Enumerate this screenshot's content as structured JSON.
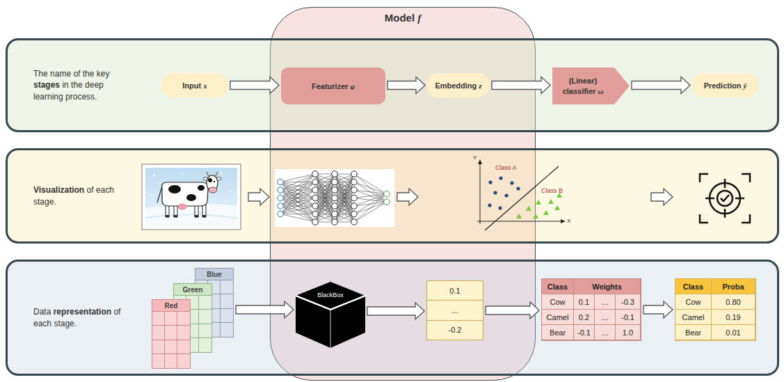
{
  "diagram": {
    "nodes": [
      {
        "text": [
          "Model f"
        ]
      },
      {
        "text": [
          "The name of the key stages in the deep learning process."
        ]
      },
      {
        "text": [
          "Input x"
        ],
        "in": 1
      },
      {
        "text": [
          "Featurizer φ"
        ],
        "in": 1
      },
      {
        "text": [
          "Embedding z"
        ],
        "in": 1
      },
      {
        "text": [
          "(Linear) classifier ω"
        ],
        "in": 1
      },
      {
        "text": [
          "Prediction ŷ"
        ],
        "in": 1
      },
      {
        "text": [
          "Visualization of each stage."
        ]
      },
      {
        "text": [
          "Data representation of each stage."
        ]
      },
      {
        "text": [
          "Blue"
        ],
        "in": 8
      },
      {
        "text": [
          "Green"
        ],
        "in": 8
      },
      {
        "text": [
          "Red"
        ],
        "in": 8
      },
      {
        "text": [
          "BlackBox"
        ],
        "in": 8
      },
      {
        "text": [
          "0.1",
          "…",
          "-0.2"
        ],
        "in": 8
      },
      {
        "text": [
          "Class",
          "Weights",
          "Cow",
          "0.1",
          "…",
          "-0.3",
          "Camel",
          "0.2",
          "…",
          "-0.1",
          "Bear",
          "-0.1",
          "…",
          "1.0"
        ],
        "in": 8
      },
      {
        "text": [
          "Class",
          "Proba",
          "Cow",
          "0.80",
          "Camel",
          "0.19",
          "Bear",
          "0.01"
        ],
        "in": 8
      }
    ],
    "edges": [
      {
        "from": 2,
        "to": 3,
        "arrow": "to"
      },
      {
        "from": 3,
        "to": 4,
        "arrow": "to"
      },
      {
        "from": 4,
        "to": 5,
        "arrow": "to"
      },
      {
        "from": 5,
        "to": 6,
        "arrow": "to"
      },
      {
        "from": 9,
        "to": 12,
        "arrow": "to"
      },
      {
        "from": 12,
        "to": 13,
        "arrow": "to"
      },
      {
        "from": 13,
        "to": 14,
        "arrow": "to"
      },
      {
        "from": 14,
        "to": 15,
        "arrow": "to"
      }
    ],
    "labels": [
      "Y",
      "Class A",
      "Class B",
      "X"
    ]
  }
}
